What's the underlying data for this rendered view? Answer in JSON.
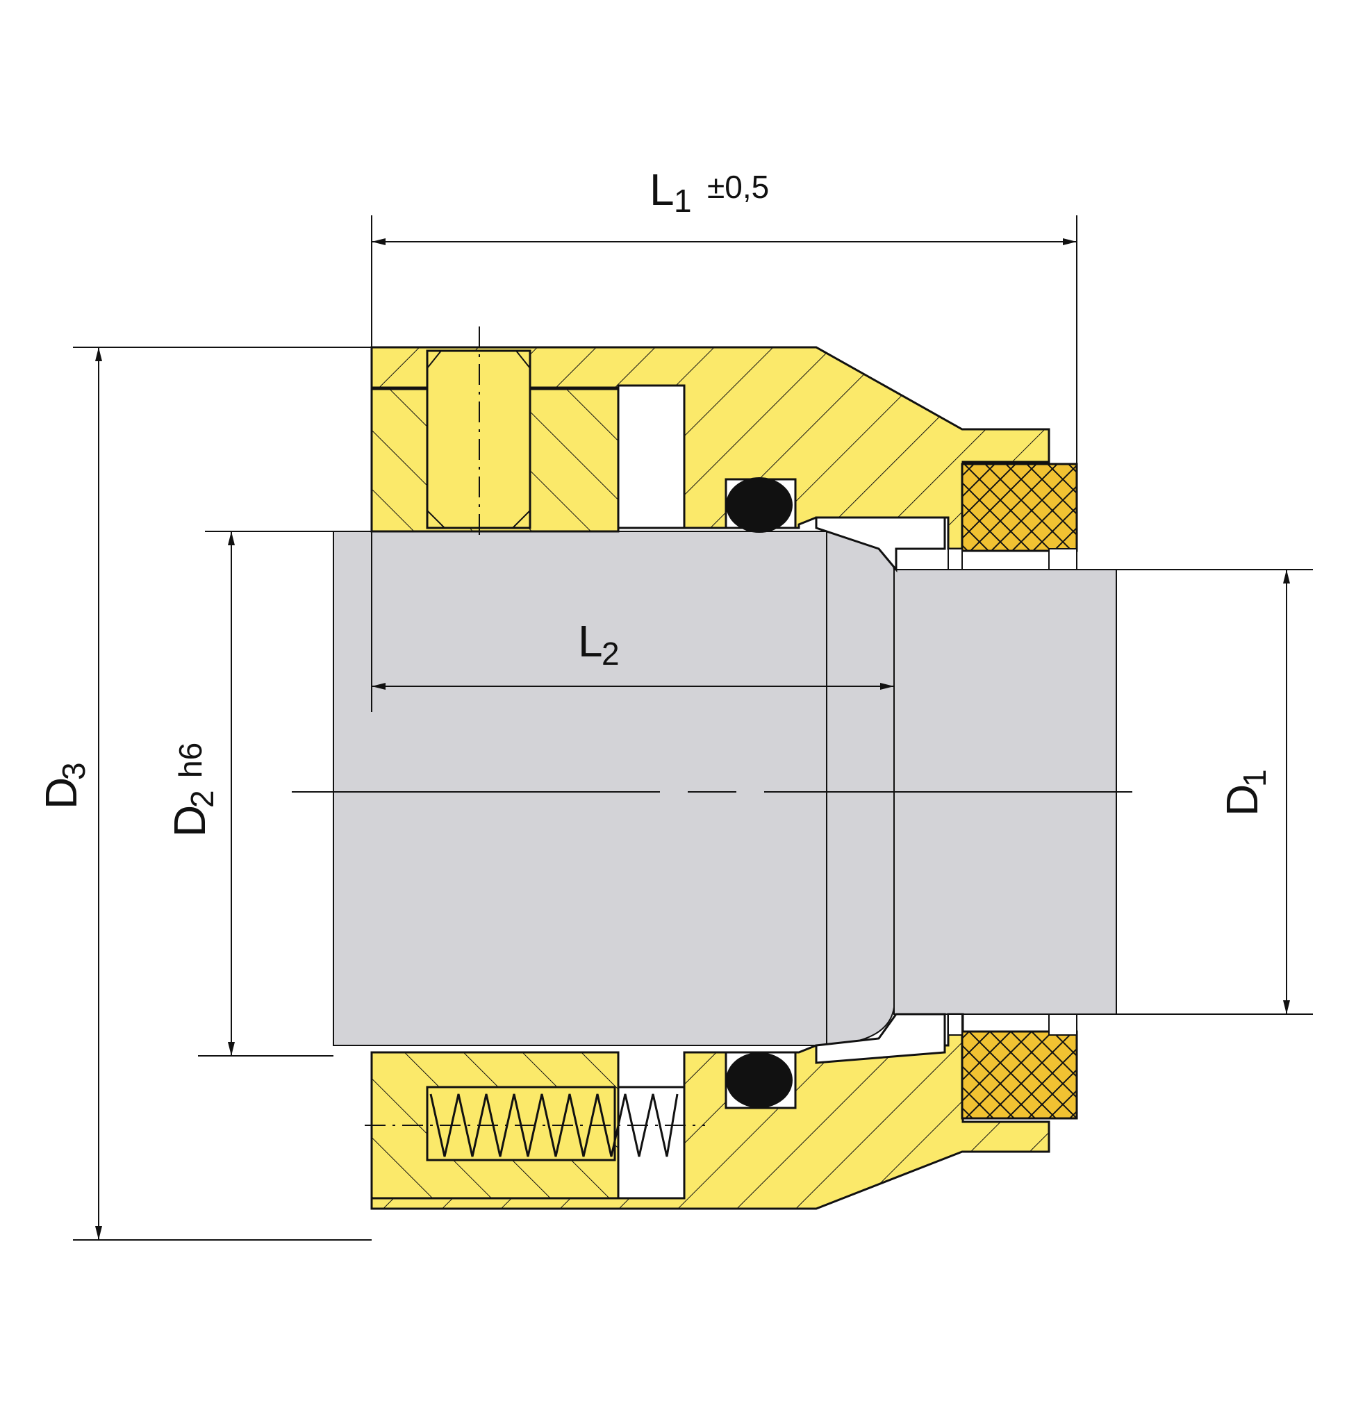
{
  "dimensions": {
    "L1": {
      "symbol": "L",
      "index": "1",
      "tolerance": "±0,5"
    },
    "L2": {
      "symbol": "L",
      "index": "2"
    },
    "D1": {
      "symbol": "D",
      "index": "1"
    },
    "D2": {
      "symbol": "D",
      "index": "2",
      "fit": "h6"
    },
    "D3": {
      "symbol": "D",
      "index": "3"
    }
  },
  "colors": {
    "seal_body": "#fbe96a",
    "packing_ring": "#f1c232",
    "shaft": "#d3d3d7",
    "o_ring": "#111111",
    "line": "#111111",
    "background": "#ffffff"
  }
}
